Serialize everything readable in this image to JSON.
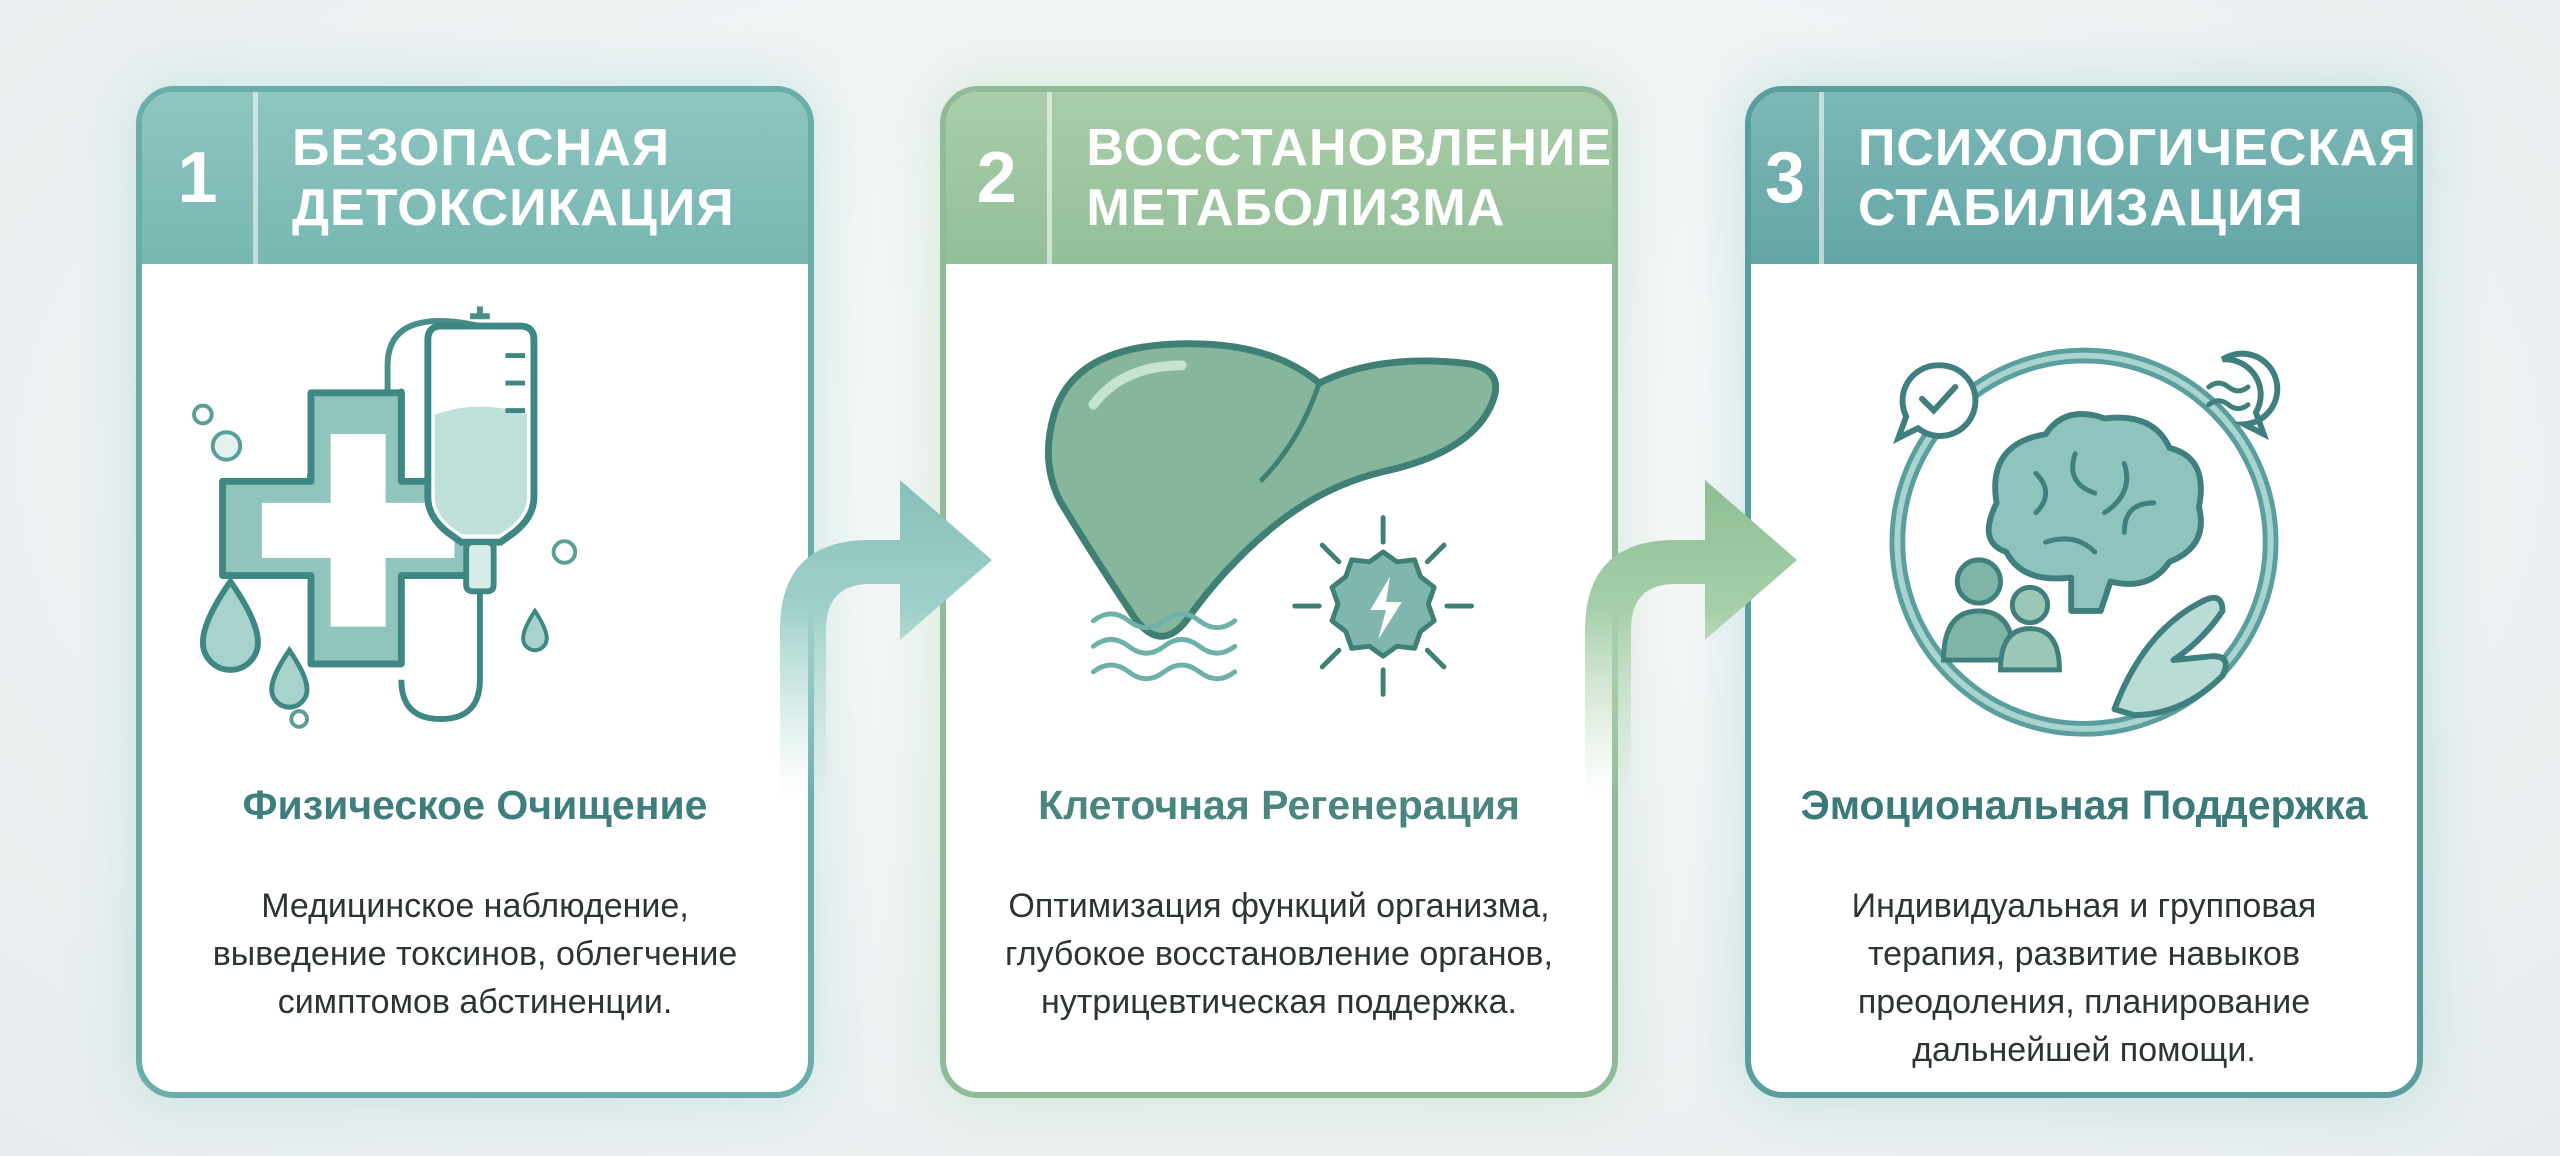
{
  "steps": [
    {
      "number": "1",
      "title_lines": [
        "БЕЗОПАСНАЯ",
        "ДЕТОКСИКАЦИЯ"
      ],
      "subtitle": "Физическое Очищение",
      "description_lines": [
        "Медицинское наблюдение,",
        "выведение токсинов, облегчение",
        "симптомов абстиненции."
      ],
      "icon": "iv-drip-medical-cross-icon",
      "color": "#78b7b2"
    },
    {
      "number": "2",
      "title_lines": [
        "ВОССТАНОВЛЕНИЕ",
        "МЕТАБОЛИЗМА"
      ],
      "subtitle": "Клеточная Регенерация",
      "description_lines": [
        "Оптимизация функций организма,",
        "глубокое восстановление органов,",
        "нутрицевтическая поддержка."
      ],
      "icon": "liver-energy-icon",
      "color": "#93bf98"
    },
    {
      "number": "3",
      "title_lines": [
        "ПСИХОЛОГИЧЕСКАЯ",
        "СТАБИЛИЗАЦИЯ"
      ],
      "subtitle": "Эмоциональная Поддержка",
      "description_lines": [
        "Индивидуальная и групповая",
        "терапия, развитие навыков",
        "преодоления, планирование",
        "дальнейшей помощи."
      ],
      "icon": "brain-support-icon",
      "color": "#64a6a6"
    }
  ]
}
